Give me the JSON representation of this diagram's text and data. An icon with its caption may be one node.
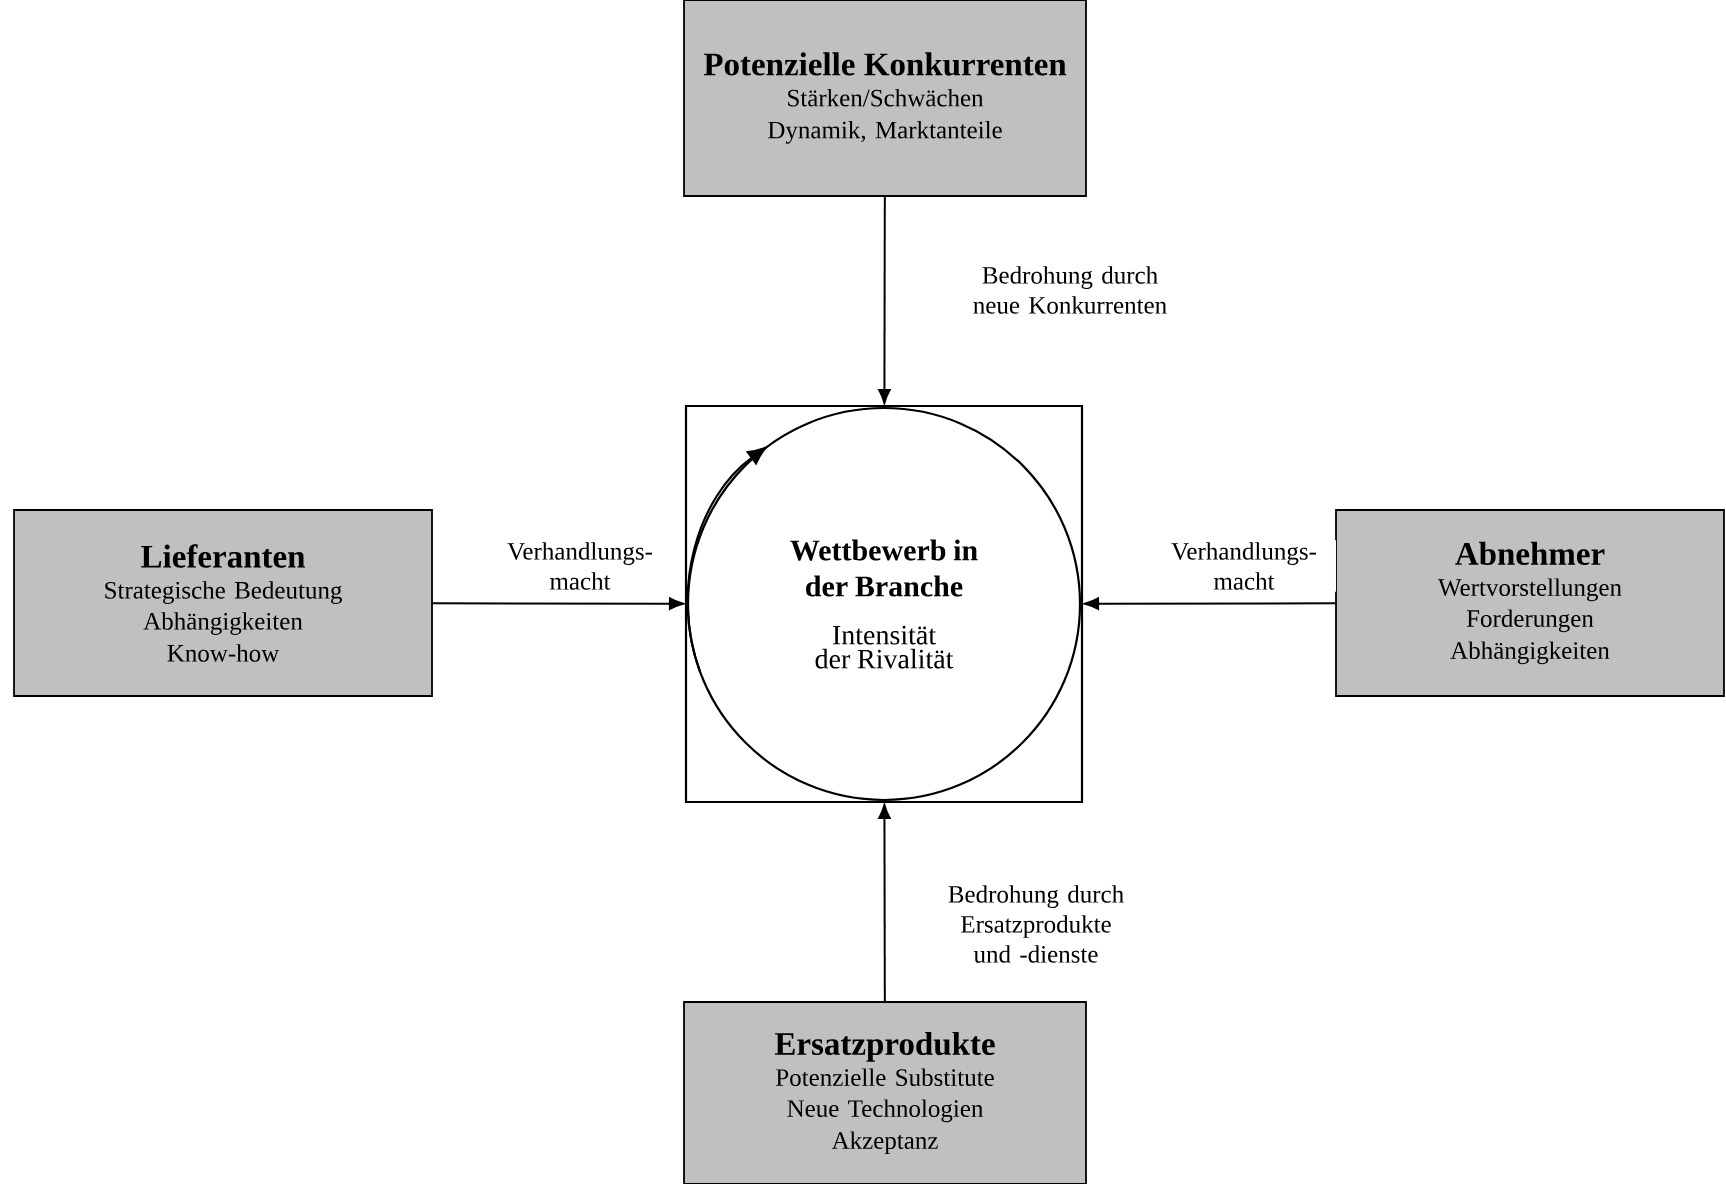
{
  "diagram": {
    "nodes": [
      {
        "text": [
          "Potenzielle Konkurrenten",
          "Stärken/Schwächen",
          "Dynamik, Marktanteile"
        ]
      },
      {
        "text": [
          "Lieferanten",
          "Strategische Bedeutung",
          "Abhängigkeiten",
          "Know-how"
        ]
      },
      {
        "text": [],
        "shape": "box"
      },
      {
        "text": [
          "Wettbewerb in der Branche",
          "Intensität der Rivalität"
        ],
        "in": 2
      },
      {
        "text": [
          "Abnehmer",
          "Wertvorstellungen",
          "Forderungen",
          "Abhängigkeiten"
        ]
      },
      {
        "text": [
          "Ersatzprodukte",
          "Potenzielle Substitute",
          "Neue Technologien",
          "Akzeptanz"
        ]
      }
    ],
    "edges": [
      {
        "from": 0,
        "to": 3,
        "arrow": "to",
        "label": "Bedrohung durch neue Konkurrenten"
      },
      {
        "from": 1,
        "to": 3,
        "arrow": "to",
        "label": "Verhandlungs- macht"
      },
      {
        "from": 4,
        "to": 3,
        "arrow": "to",
        "label": "Verhandlungs- macht"
      },
      {
        "from": 5,
        "to": 3,
        "arrow": "to",
        "label": "Bedrohung durch Ersatzprodukte und -dienste"
      }
    ]
  }
}
